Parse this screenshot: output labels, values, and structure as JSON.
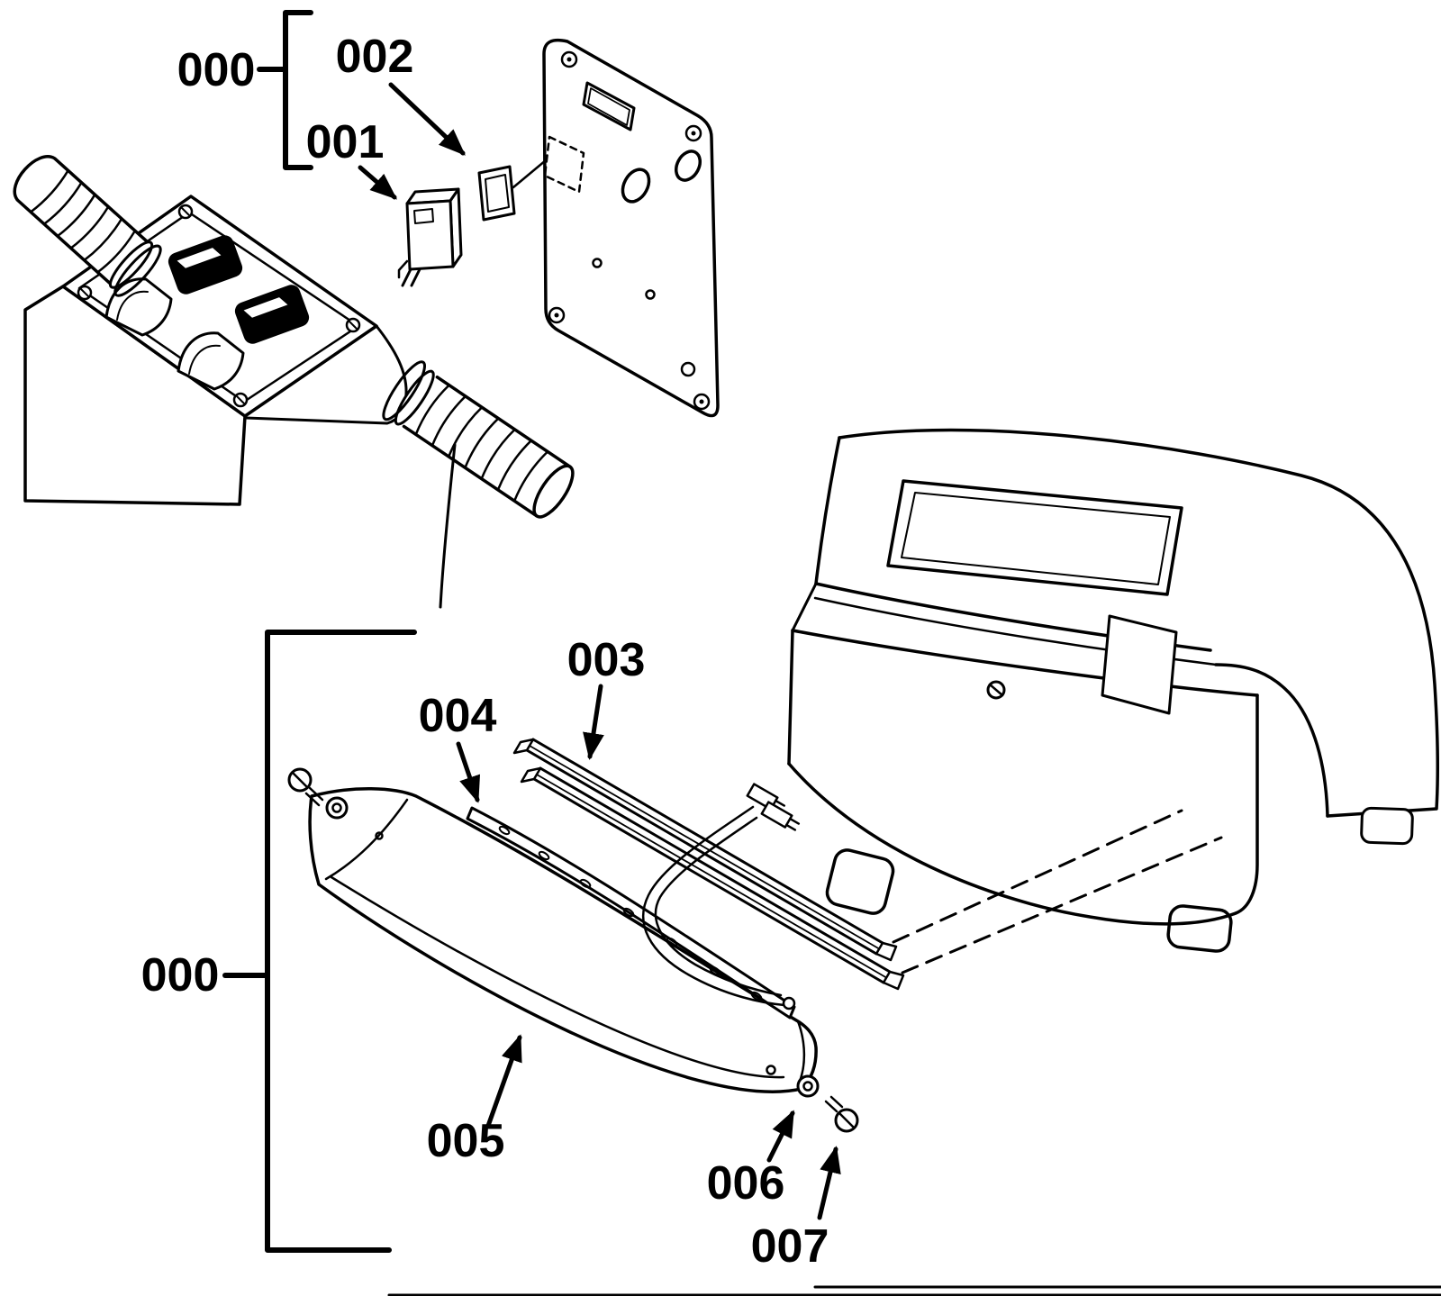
{
  "figure": {
    "type": "exploded-parts-diagram",
    "background": "#ffffff",
    "ink": "#000000"
  },
  "callouts": {
    "assembly_top": "000",
    "assembly_bottom": "000",
    "p001": "001",
    "p002": "002",
    "p003": "003",
    "p004": "004",
    "p005": "005",
    "p006": "006",
    "p007": "007"
  }
}
